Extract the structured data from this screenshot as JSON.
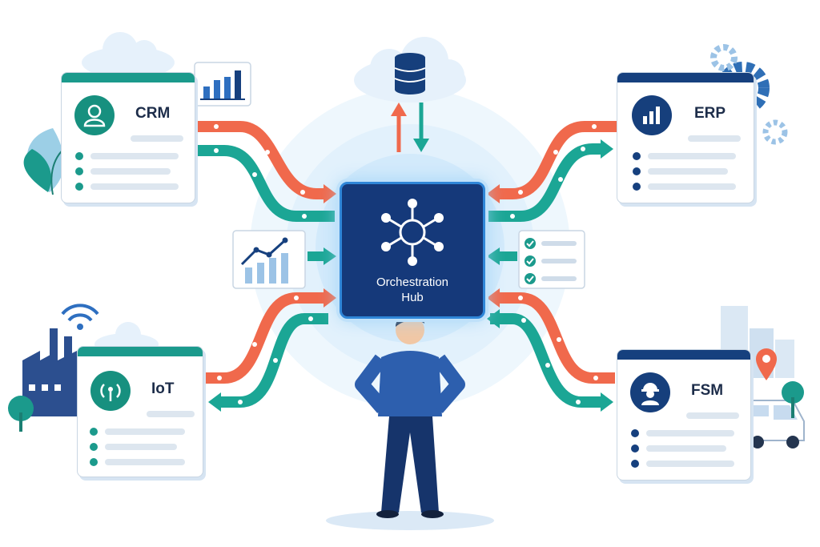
{
  "hub": {
    "label_line1": "Orchestration",
    "label_line2": "Hub",
    "icon": "network-hub-icon"
  },
  "systems": {
    "crm": {
      "label": "CRM",
      "icon": "user-icon"
    },
    "erp": {
      "label": "ERP",
      "icon": "bar-chart-icon"
    },
    "iot": {
      "label": "IoT",
      "icon": "antenna-signal-icon"
    },
    "fsm": {
      "label": "FSM",
      "icon": "technician-wrench-icon"
    }
  },
  "colors": {
    "teal": "#1b9a8c",
    "navy": "#16407e",
    "orange_flow": "#f0694c",
    "teal_flow": "#1ba695",
    "hub_blue": "#15397a"
  }
}
